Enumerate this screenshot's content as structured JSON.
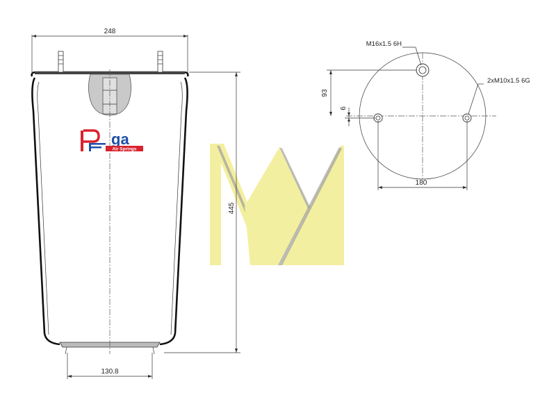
{
  "logo": {
    "letters": "PEga",
    "tagline": "Air Springs",
    "color_red": "#d9232e",
    "color_blue": "#1f4fa8"
  },
  "watermark": {
    "color": "#f3efa0",
    "shadow": "#9e9e9e"
  },
  "dimensions": {
    "top_width": "248",
    "height": "445",
    "bottom_width": "130.8",
    "offset_vertical": "93",
    "small_offset": "6",
    "hole_spacing": "180"
  },
  "labels": {
    "center_thread": "M16x1.5 6H",
    "side_threads": "2xM10x1.5 6G"
  }
}
